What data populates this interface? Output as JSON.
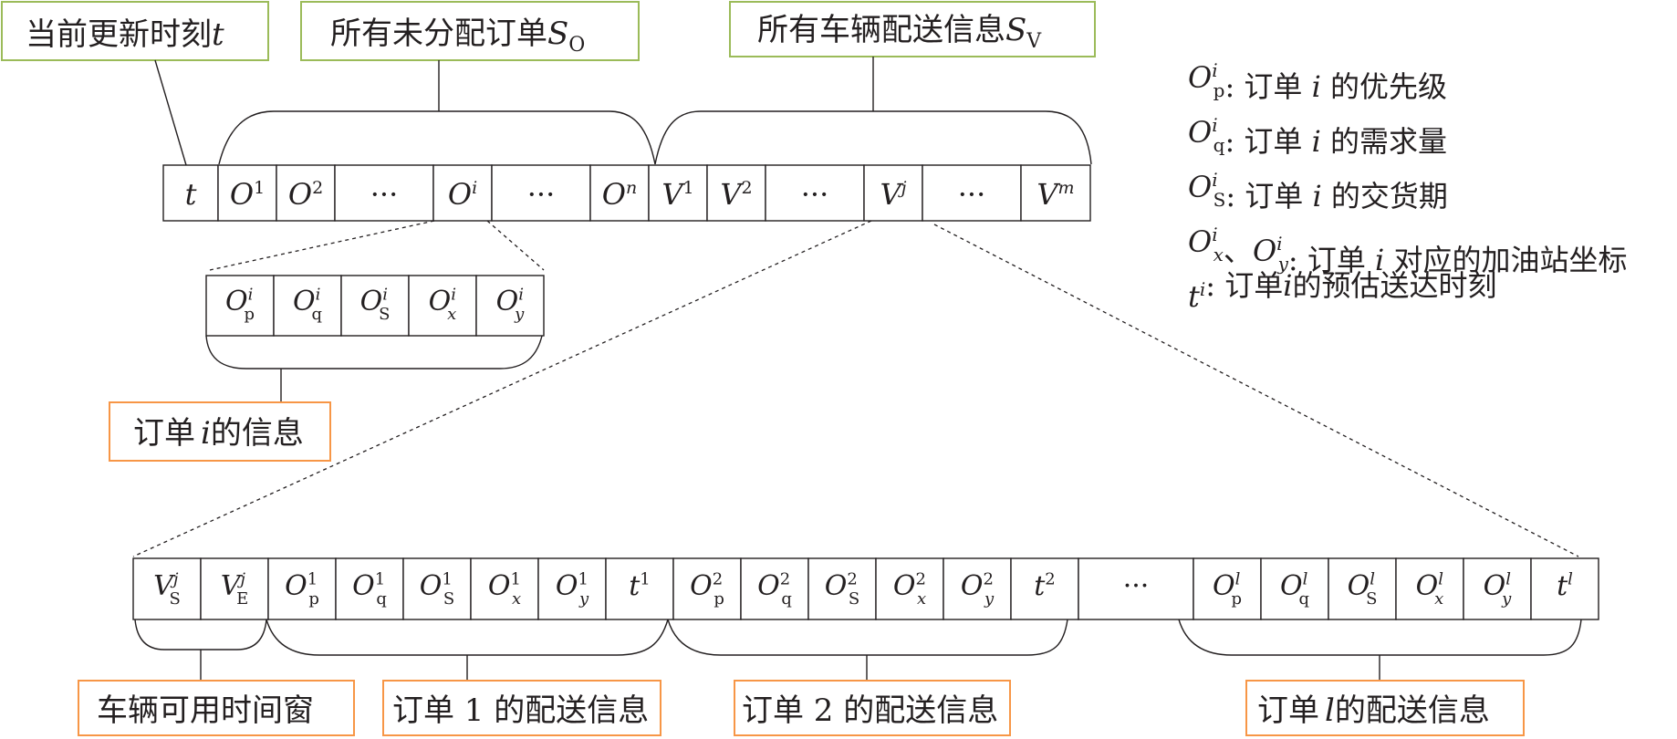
{
  "colors": {
    "green_box": "#9bbb59",
    "orange_box": "#f79646",
    "ink": "#231f20"
  },
  "boxes": {
    "current_time": "当前更新时刻",
    "current_time_sym": "t",
    "unassigned": "所有未分配订单",
    "unassigned_sym": "S",
    "unassigned_sub": "O",
    "vehicle_info": "所有车辆配送信息",
    "vehicle_info_sym": "S",
    "vehicle_info_sub": "V",
    "order_info_pre": "订单",
    "order_info_var": "i",
    "order_info_post": "的信息",
    "vehicle_window": "车辆可用时间窗",
    "order1_delivery": "订单 1 的配送信息",
    "order2_delivery": "订单 2 的配送信息",
    "orderl_pre": "订单",
    "orderl_var": "l",
    "orderl_post": "的配送信息"
  },
  "legend": [
    {
      "sym": "O",
      "sup": "i",
      "sub": "p",
      "text_pre": ": 订单 ",
      "var": "i",
      "text_post": " 的优先级"
    },
    {
      "sym": "O",
      "sup": "i",
      "sub": "q",
      "text_pre": ": 订单 ",
      "var": "i",
      "text_post": " 的需求量"
    },
    {
      "sym": "O",
      "sup": "i",
      "sub": "S",
      "text_pre": ": 订单 ",
      "var": "i",
      "text_post": " 的交货期"
    },
    {
      "sym": "O",
      "sup": "i",
      "sub": "x",
      "sym2": "O",
      "sup2": "i",
      "sub2": "y",
      "sep": "、",
      "text_pre": ": 订单 ",
      "var": "i",
      "text_post": " 对应的加油站坐标"
    },
    {
      "sym": "t",
      "sup": "i",
      "text_pre": ": 订单",
      "var": "i",
      "text_post": "的预估送达时刻"
    }
  ],
  "row1": [
    {
      "main": "t"
    },
    {
      "main": "O",
      "sup": "1",
      "sup_upright": true
    },
    {
      "main": "O",
      "sup": "2",
      "sup_upright": true
    },
    {
      "main": "···",
      "plain": true
    },
    {
      "main": "O",
      "sup": "i"
    },
    {
      "main": "···",
      "plain": true
    },
    {
      "main": "O",
      "sup": "n"
    },
    {
      "main": "V",
      "sup": "1",
      "sup_upright": true
    },
    {
      "main": "V",
      "sup": "2",
      "sup_upright": true
    },
    {
      "main": "···",
      "plain": true
    },
    {
      "main": "V",
      "sup": "j"
    },
    {
      "main": "···",
      "plain": true
    },
    {
      "main": "V",
      "sup": "m"
    }
  ],
  "row2": [
    {
      "main": "O",
      "sup": "i",
      "sub": "p"
    },
    {
      "main": "O",
      "sup": "i",
      "sub": "q"
    },
    {
      "main": "O",
      "sup": "i",
      "sub": "S"
    },
    {
      "main": "O",
      "sup": "i",
      "sub": "x",
      "sub_italic": true
    },
    {
      "main": "O",
      "sup": "i",
      "sub": "y",
      "sub_italic": true
    }
  ],
  "row3": [
    {
      "main": "V",
      "sup": "j",
      "sub": "S"
    },
    {
      "main": "V",
      "sup": "j",
      "sub": "E"
    },
    {
      "main": "O",
      "sup": "1",
      "sup_upright": true,
      "sub": "p"
    },
    {
      "main": "O",
      "sup": "1",
      "sup_upright": true,
      "sub": "q"
    },
    {
      "main": "O",
      "sup": "1",
      "sup_upright": true,
      "sub": "S"
    },
    {
      "main": "O",
      "sup": "1",
      "sup_upright": true,
      "sub": "x",
      "sub_italic": true
    },
    {
      "main": "O",
      "sup": "1",
      "sup_upright": true,
      "sub": "y",
      "sub_italic": true
    },
    {
      "main": "t",
      "sup": "1",
      "sup_upright": true
    },
    {
      "main": "O",
      "sup": "2",
      "sup_upright": true,
      "sub": "p"
    },
    {
      "main": "O",
      "sup": "2",
      "sup_upright": true,
      "sub": "q"
    },
    {
      "main": "O",
      "sup": "2",
      "sup_upright": true,
      "sub": "S"
    },
    {
      "main": "O",
      "sup": "2",
      "sup_upright": true,
      "sub": "x",
      "sub_italic": true
    },
    {
      "main": "O",
      "sup": "2",
      "sup_upright": true,
      "sub": "y",
      "sub_italic": true
    },
    {
      "main": "t",
      "sup": "2",
      "sup_upright": true
    },
    {
      "main": "···",
      "plain": true
    },
    {
      "main": "O",
      "sup": "l",
      "sub": "p"
    },
    {
      "main": "O",
      "sup": "l",
      "sub": "q"
    },
    {
      "main": "O",
      "sup": "l",
      "sub": "S"
    },
    {
      "main": "O",
      "sup": "l",
      "sub": "x",
      "sub_italic": true
    },
    {
      "main": "O",
      "sup": "l",
      "sub": "y",
      "sub_italic": true
    },
    {
      "main": "t",
      "sup": "l"
    }
  ]
}
